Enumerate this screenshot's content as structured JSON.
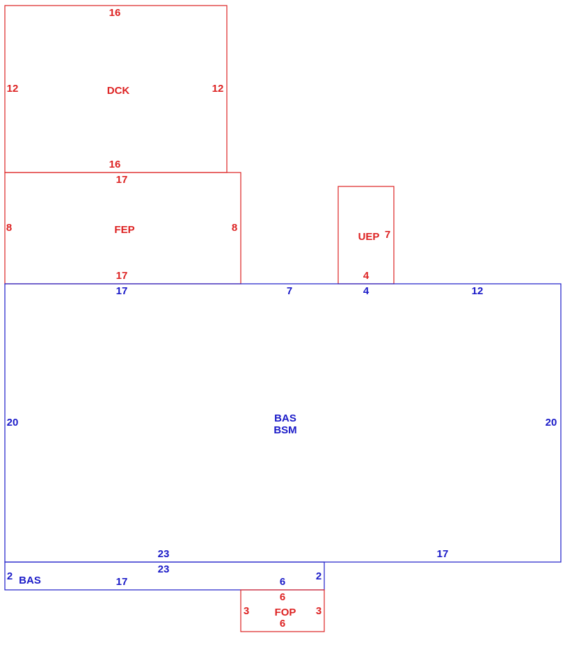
{
  "colors": {
    "red": "#dd2222",
    "blue": "#1a1ac8"
  },
  "areas": {
    "dck": {
      "code": "DCK",
      "top": "16",
      "bottom": "16",
      "left": "12",
      "right": "12"
    },
    "fep": {
      "code": "FEP",
      "top": "17",
      "bottom": "17",
      "left": "8",
      "right": "8"
    },
    "uep": {
      "code": "UEP",
      "side": "7",
      "bottom": "4"
    },
    "bas_main": {
      "code": "BAS",
      "code2": "BSM",
      "top_a": "17",
      "top_b": "7",
      "top_c": "4",
      "top_d": "12",
      "left": "20",
      "right": "20",
      "bottom_a": "23",
      "bottom_b": "17"
    },
    "bas_strip": {
      "code": "BAS",
      "top": "23",
      "left": "2",
      "right": "2",
      "bottom_a": "17",
      "bottom_b": "6"
    },
    "fop": {
      "code": "FOP",
      "top": "6",
      "bottom": "6",
      "left": "3",
      "right": "3"
    }
  }
}
